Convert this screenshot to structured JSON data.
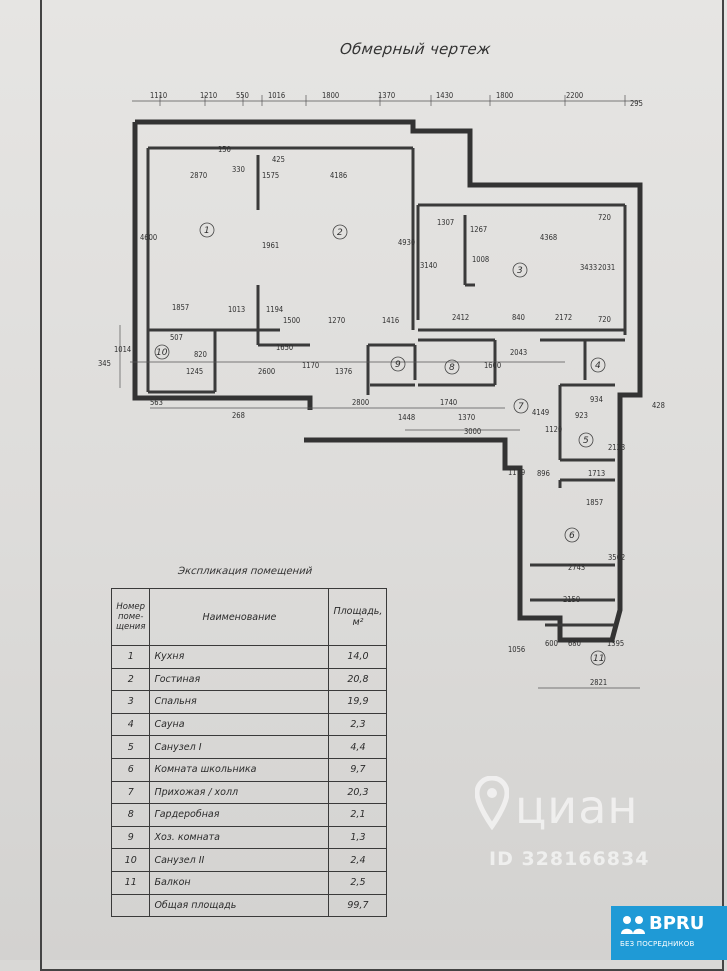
{
  "drawing": {
    "title": "Обмерный чертеж",
    "top_dims": [
      "1110",
      "1210",
      "550",
      "1016",
      "1800",
      "1370",
      "1430",
      "1800",
      "2200",
      "295"
    ],
    "dims": [
      "150",
      "330",
      "425",
      "1575",
      "2870",
      "4186",
      "4600",
      "1961",
      "4930",
      "1857",
      "1013",
      "1194",
      "1500",
      "1270",
      "1416",
      "1650",
      "1170",
      "507",
      "820",
      "1014",
      "345",
      "1245",
      "2600",
      "1376",
      "563",
      "268",
      "1307",
      "1267",
      "3140",
      "1008",
      "4368",
      "720",
      "3433",
      "2031",
      "720",
      "2412",
      "840",
      "2172",
      "1600",
      "2043",
      "2800",
      "1740",
      "1448",
      "1370",
      "3000",
      "4149",
      "1120",
      "934",
      "428",
      "923",
      "2123",
      "1179",
      "896",
      "1713",
      "1857",
      "2743",
      "3502",
      "2150",
      "1056",
      "600",
      "680",
      "1395",
      "2821"
    ],
    "room_numbers": [
      "1",
      "2",
      "3",
      "4",
      "5",
      "6",
      "7",
      "8",
      "9",
      "10",
      "11"
    ]
  },
  "explication": {
    "title": "Экспликация помещений",
    "headers": {
      "number": "Номер поме- щения",
      "name": "Наименование",
      "area": "Площадь, м²"
    },
    "rows": [
      {
        "n": "1",
        "name": "Кухня",
        "area": "14,0"
      },
      {
        "n": "2",
        "name": "Гостиная",
        "area": "20,8"
      },
      {
        "n": "3",
        "name": "Спальня",
        "area": "19,9"
      },
      {
        "n": "4",
        "name": "Сауна",
        "area": "2,3"
      },
      {
        "n": "5",
        "name": "Санузел I",
        "area": "4,4"
      },
      {
        "n": "6",
        "name": "Комната школьника",
        "area": "9,7"
      },
      {
        "n": "7",
        "name": "Прихожая / холл",
        "area": "20,3"
      },
      {
        "n": "8",
        "name": "Гардеробная",
        "area": "2,1"
      },
      {
        "n": "9",
        "name": "Хоз. комната",
        "area": "1,3"
      },
      {
        "n": "10",
        "name": "Санузел II",
        "area": "2,4"
      },
      {
        "n": "11",
        "name": "Балкон",
        "area": "2,5"
      }
    ],
    "total": {
      "name": "Общая площадь",
      "area": "99,7"
    }
  },
  "watermark": {
    "brand": "циан",
    "id": "ID 328166834"
  },
  "badge": {
    "name": "BPRU",
    "tagline": "БЕЗ ПОСРЕДНИКОВ"
  },
  "colors": {
    "paper": "#e3e2e0",
    "ink": "#2c2c2c",
    "badge": "#1f9ad6"
  }
}
